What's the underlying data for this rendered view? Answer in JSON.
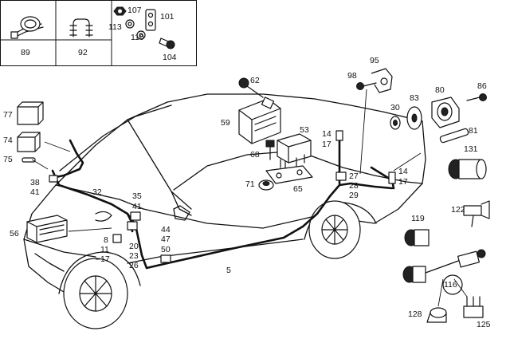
{
  "inset": {
    "cells": [
      {
        "label": "89",
        "icon": "cable-tie-clip-icon"
      },
      {
        "label": "92",
        "icon": "wire-clip-icon"
      },
      {
        "label": "",
        "icon": "fastener-set-icon"
      }
    ],
    "fastener_labels": {
      "p107": "107",
      "p101": "101",
      "p113": "113",
      "p110": "110",
      "p104": "104"
    }
  },
  "labels": {
    "p95": "95",
    "p98": "98",
    "p62": "62",
    "p86": "86",
    "p80": "80",
    "p83": "83",
    "p30": "30",
    "p81": "81",
    "p77": "77",
    "p59": "59",
    "p53": "53",
    "p74": "74",
    "p75": "75",
    "p68": "68",
    "p14a": "14",
    "p17a": "17",
    "p131": "131",
    "p38": "38",
    "p41a": "41",
    "p27": "27",
    "p14b": "14",
    "p71": "71",
    "p28": "28",
    "p17b": "17",
    "p65": "65",
    "p32": "32",
    "p29": "29",
    "p35": "35",
    "p41b": "41",
    "p122": "122",
    "p119": "119",
    "p56": "56",
    "p44": "44",
    "p47": "47",
    "p8": "8",
    "p50": "50",
    "p20": "20",
    "p11": "11",
    "p17c": "17",
    "p23": "23",
    "p26": "26",
    "p5": "5",
    "p116": "116",
    "p128": "128",
    "p125": "125"
  }
}
